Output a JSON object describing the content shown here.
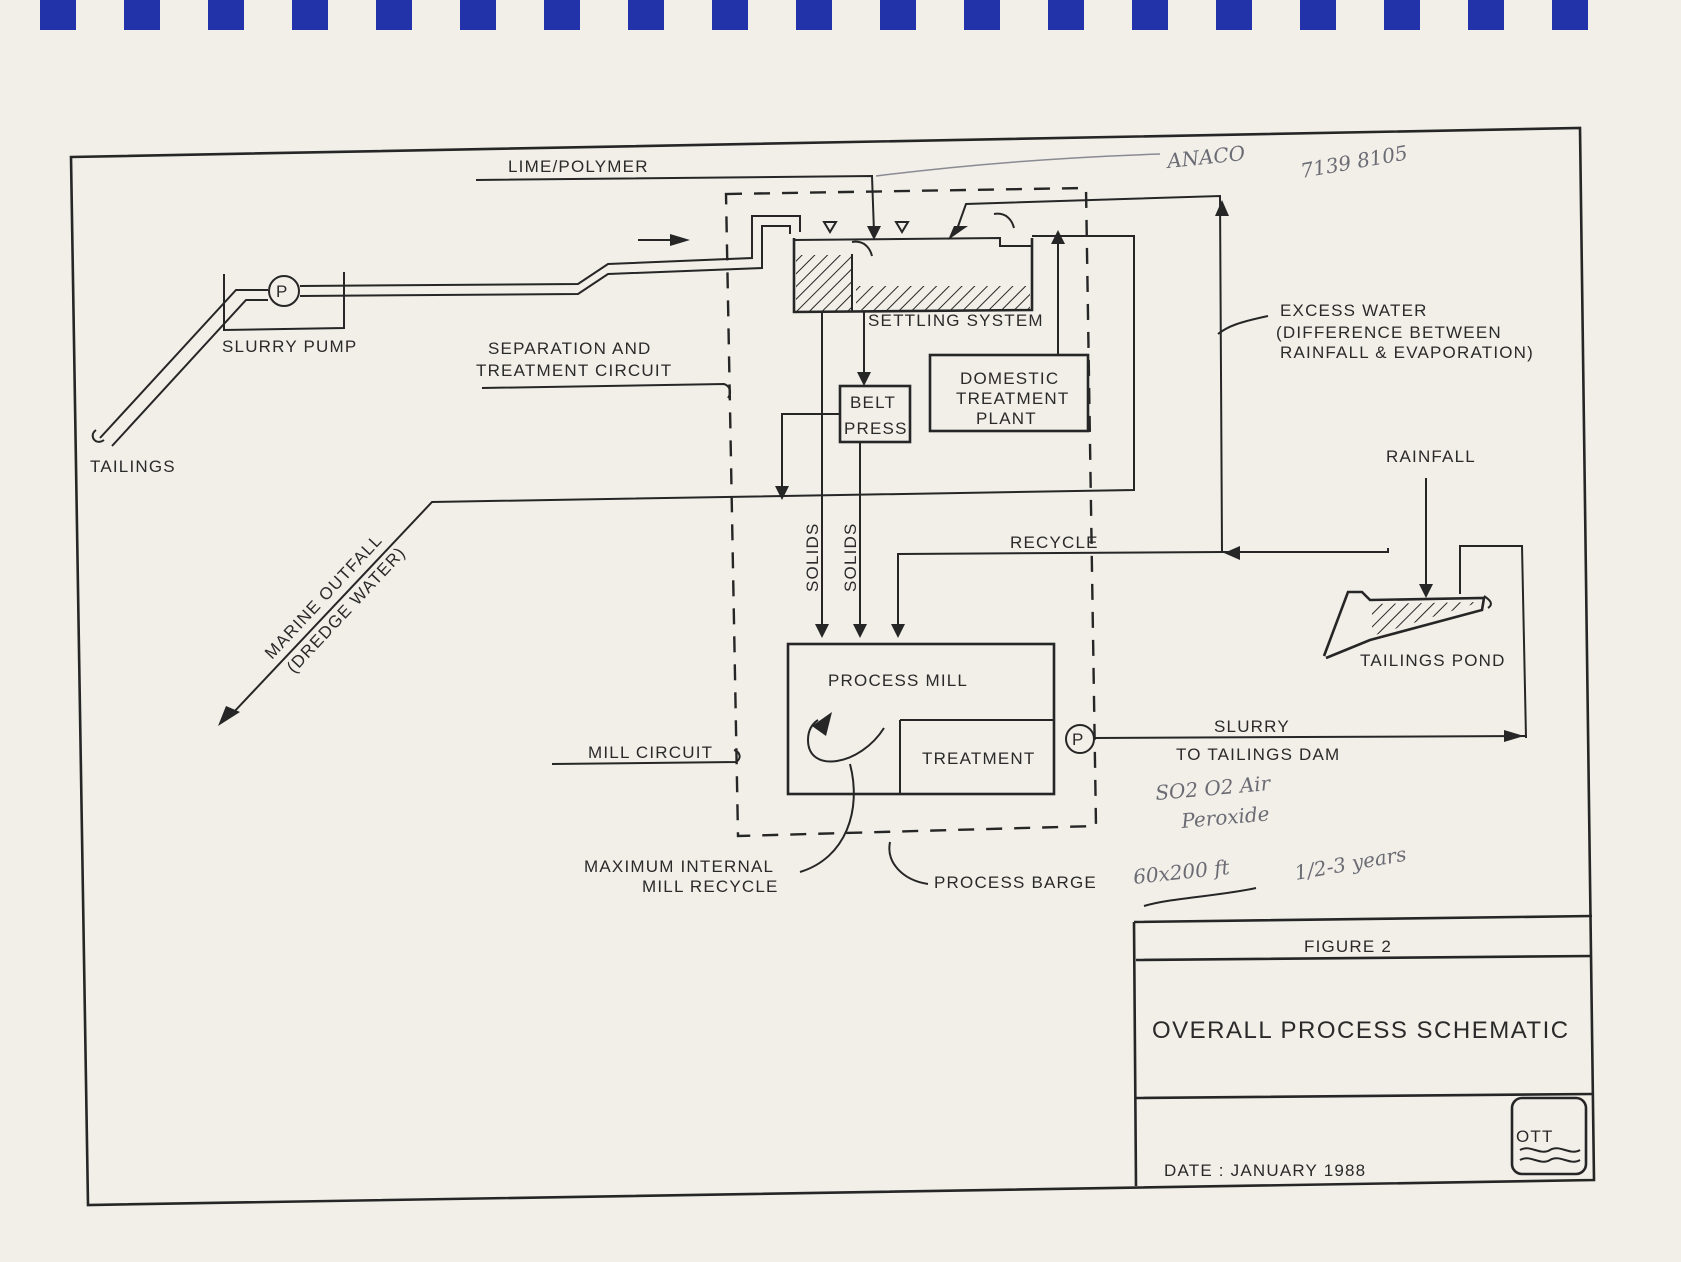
{
  "colors": {
    "paper": "#f1efe8",
    "ink": "#262626",
    "binding": "#2232a8",
    "pencil": "#6b6b74"
  },
  "labels": {
    "lime_polymer": "LIME/POLYMER",
    "slurry_pump": "SLURRY PUMP",
    "tailings": "TAILINGS",
    "separation_1": "SEPARATION AND",
    "separation_2": "TREATMENT CIRCUIT",
    "settling_system": "SETTLING SYSTEM",
    "belt_1": "BELT",
    "belt_2": "PRESS",
    "domestic_1": "DOMESTIC",
    "domestic_2": "TREATMENT",
    "domestic_3": "PLANT",
    "excess_1": "EXCESS WATER",
    "excess_2": "(DIFFERENCE BETWEEN",
    "excess_3": "RAINFALL & EVAPORATION)",
    "rainfall": "RAINFALL",
    "recycle": "RECYCLE",
    "solids": "SOLIDS",
    "marine_1": "MARINE OUTFALL",
    "marine_2": "(DREDGE WATER)",
    "process_mill": "PROCESS MILL",
    "treatment": "TREATMENT",
    "tailings_pond": "TAILINGS POND",
    "slurry_1": "SLURRY",
    "slurry_2": "TO TAILINGS DAM",
    "mill_circuit": "MILL CIRCUIT",
    "max_1": "MAXIMUM INTERNAL",
    "max_2": "MILL RECYCLE",
    "process_barge": "PROCESS BARGE",
    "pump_symbol": "P"
  },
  "title_block": {
    "figure": "FIGURE 2",
    "title": "OVERALL PROCESS SCHEMATIC",
    "date": "DATE : JANUARY 1988",
    "logo": "OTT"
  },
  "handwriting": {
    "anaco": "ANACO",
    "phone": "7139 8105",
    "chemicals": "SO2 O2 Air",
    "peroxide": "Peroxide",
    "barge_size": "60x200 ft",
    "duration": "1/2-3 years"
  }
}
